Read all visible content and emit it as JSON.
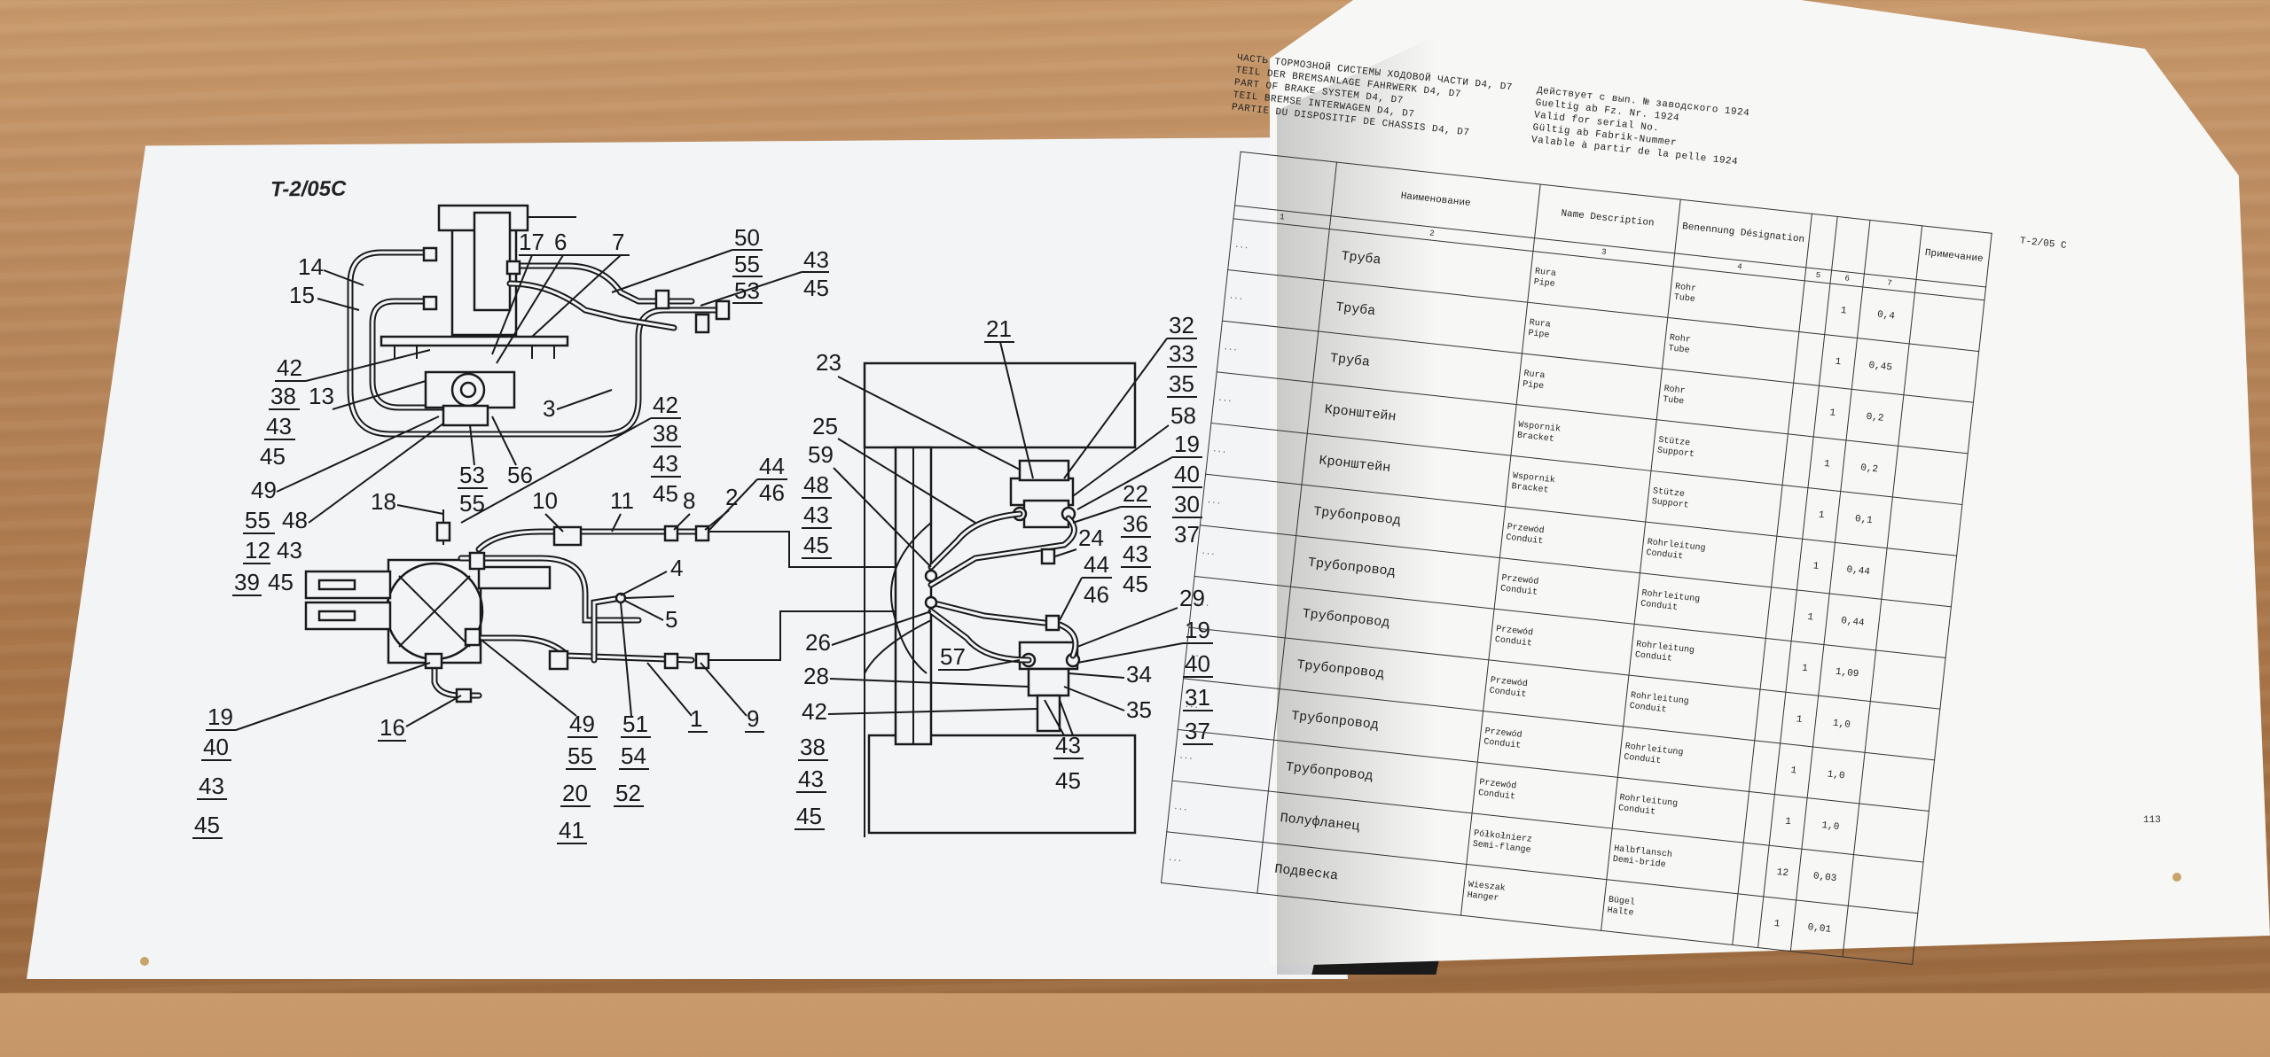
{
  "left_page": {
    "sheet_label": "T-2/05C",
    "callouts": [
      {
        "id": "c14",
        "text": "14"
      },
      {
        "id": "c15",
        "text": "15"
      },
      {
        "id": "c17",
        "text": "17"
      },
      {
        "id": "c6",
        "text": "6"
      },
      {
        "id": "c7",
        "text": "7"
      },
      {
        "id": "c50",
        "text": "50"
      },
      {
        "id": "c55a",
        "text": "55"
      },
      {
        "id": "c53a",
        "text": "53"
      },
      {
        "id": "c43a",
        "text": "43"
      },
      {
        "id": "c45a",
        "text": "45"
      },
      {
        "id": "c42a",
        "text": "42"
      },
      {
        "id": "c38a",
        "text": "38"
      },
      {
        "id": "c13",
        "text": "13"
      },
      {
        "id": "c43b",
        "text": "43"
      },
      {
        "id": "c45b",
        "text": "45"
      },
      {
        "id": "c3",
        "text": "3"
      },
      {
        "id": "c42b",
        "text": "42"
      },
      {
        "id": "c38b",
        "text": "38"
      },
      {
        "id": "c43c",
        "text": "43"
      },
      {
        "id": "c45c",
        "text": "45"
      },
      {
        "id": "c49a",
        "text": "49"
      },
      {
        "id": "c53b",
        "text": "53"
      },
      {
        "id": "c55b",
        "text": "55"
      },
      {
        "id": "c56",
        "text": "56"
      },
      {
        "id": "c55c",
        "text": "55"
      },
      {
        "id": "c48a",
        "text": "48"
      },
      {
        "id": "c12",
        "text": "12"
      },
      {
        "id": "c43d",
        "text": "43"
      },
      {
        "id": "c39",
        "text": "39"
      },
      {
        "id": "c45d",
        "text": "45"
      },
      {
        "id": "c18",
        "text": "18"
      },
      {
        "id": "c10",
        "text": "10"
      },
      {
        "id": "c11",
        "text": "11"
      },
      {
        "id": "c8",
        "text": "8"
      },
      {
        "id": "c2",
        "text": "2"
      },
      {
        "id": "c44a",
        "text": "44"
      },
      {
        "id": "c46a",
        "text": "46"
      },
      {
        "id": "c4",
        "text": "4"
      },
      {
        "id": "c5",
        "text": "5"
      },
      {
        "id": "c19a",
        "text": "19"
      },
      {
        "id": "c40a",
        "text": "40"
      },
      {
        "id": "c43e",
        "text": "43"
      },
      {
        "id": "c45e",
        "text": "45"
      },
      {
        "id": "c16",
        "text": "16"
      },
      {
        "id": "c49b",
        "text": "49"
      },
      {
        "id": "c55d",
        "text": "55"
      },
      {
        "id": "c20",
        "text": "20"
      },
      {
        "id": "c41",
        "text": "41"
      },
      {
        "id": "c51",
        "text": "51"
      },
      {
        "id": "c54",
        "text": "54"
      },
      {
        "id": "c52",
        "text": "52"
      },
      {
        "id": "c1",
        "text": "1"
      },
      {
        "id": "c9",
        "text": "9"
      },
      {
        "id": "c23",
        "text": "23"
      },
      {
        "id": "c21",
        "text": "21"
      },
      {
        "id": "c32",
        "text": "32"
      },
      {
        "id": "c33",
        "text": "33"
      },
      {
        "id": "c35a",
        "text": "35"
      },
      {
        "id": "c25",
        "text": "25"
      },
      {
        "id": "c59",
        "text": "59"
      },
      {
        "id": "c48b",
        "text": "48"
      },
      {
        "id": "c43f",
        "text": "43"
      },
      {
        "id": "c45f",
        "text": "45"
      },
      {
        "id": "c58",
        "text": "58"
      },
      {
        "id": "c19b",
        "text": "19"
      },
      {
        "id": "c40b",
        "text": "40"
      },
      {
        "id": "c30",
        "text": "30"
      },
      {
        "id": "c37a",
        "text": "37"
      },
      {
        "id": "c22",
        "text": "22"
      },
      {
        "id": "c36",
        "text": "36"
      },
      {
        "id": "c43g",
        "text": "43"
      },
      {
        "id": "c45g",
        "text": "45"
      },
      {
        "id": "c24",
        "text": "24"
      },
      {
        "id": "c44b",
        "text": "44"
      },
      {
        "id": "c46b",
        "text": "46"
      },
      {
        "id": "c26",
        "text": "26"
      },
      {
        "id": "c57",
        "text": "57"
      },
      {
        "id": "c29",
        "text": "29"
      },
      {
        "id": "c19c",
        "text": "19"
      },
      {
        "id": "c40c",
        "text": "40"
      },
      {
        "id": "c31",
        "text": "31"
      },
      {
        "id": "c37b",
        "text": "37"
      },
      {
        "id": "c28",
        "text": "28"
      },
      {
        "id": "c42c",
        "text": "42"
      },
      {
        "id": "c38c",
        "text": "38"
      },
      {
        "id": "c43h",
        "text": "43"
      },
      {
        "id": "c45h",
        "text": "45"
      },
      {
        "id": "c34",
        "text": "34"
      },
      {
        "id": "c35b",
        "text": "35"
      },
      {
        "id": "c43i",
        "text": "43"
      },
      {
        "id": "c45i",
        "text": "45"
      }
    ]
  },
  "right_page": {
    "header_lines": [
      "ЧАСТЬ ТОРМОЗНОЙ СИСТЕМЫ ХОДОВОЙ ЧАСТИ D4, D7",
      "TEIL DER BREMSANLAGE FAHRWERK D4, D7",
      "PART OF BRAKE SYSTEM D4, D7",
      "TEIL BREMSE INTERWAGEN D4, D7",
      "PARTIE DU DISPOSITIF DE CHASSIS D4, D7"
    ],
    "header_right": [
      "Действует с вып. № заводского 1924",
      "Gueltig ab Fz. Nr. 1924",
      "Valid for serial No.",
      "Gültig ab Fabrik-Nummer",
      "Valable à partir de la pelle 1924"
    ],
    "page_code": "T-2/05 C",
    "columns": {
      "name": "Наименование",
      "desc": "Name\nDescription",
      "de": "Benennung\nDésignation",
      "note": "Примечание"
    },
    "index_row": [
      "1",
      "2",
      "3",
      "4",
      "5",
      "6",
      "7"
    ],
    "rows": [
      {
        "num": "...",
        "name": "Труба",
        "desc": "Rura\nPipe",
        "de": "Rohr\nTube",
        "q": "1",
        "w": "0,4"
      },
      {
        "num": "...",
        "name": "Труба",
        "desc": "Rura\nPipe",
        "de": "Rohr\nTube",
        "q": "1",
        "w": "0,45"
      },
      {
        "num": "...",
        "name": "Труба",
        "desc": "Rura\nPipe",
        "de": "Rohr\nTube",
        "q": "1",
        "w": "0,2"
      },
      {
        "num": "...",
        "name": "Кронштейн",
        "desc": "Wspornik\nBracket",
        "de": "Stütze\nSupport",
        "q": "1",
        "w": "0,2"
      },
      {
        "num": "...",
        "name": "Кронштейн",
        "desc": "Wspornik\nBracket",
        "de": "Stütze\nSupport",
        "q": "1",
        "w": "0,1"
      },
      {
        "num": "...",
        "name": "Трубопровод",
        "desc": "Przewód\nConduit",
        "de": "Rohrleitung\nConduit",
        "q": "1",
        "w": "0,44"
      },
      {
        "num": "...",
        "name": "Трубопровод",
        "desc": "Przewód\nConduit",
        "de": "Rohrleitung\nConduit",
        "q": "1",
        "w": "0,44"
      },
      {
        "num": "...",
        "name": "Трубопровод",
        "desc": "Przewód\nConduit",
        "de": "Rohrleitung\nConduit",
        "q": "1",
        "w": "1,09"
      },
      {
        "num": "...",
        "name": "Трубопровод",
        "desc": "Przewód\nConduit",
        "de": "Rohrleitung\nConduit",
        "q": "1",
        "w": "1,0"
      },
      {
        "num": "...",
        "name": "Трубопровод",
        "desc": "Przewód\nConduit",
        "de": "Rohrleitung\nConduit",
        "q": "1",
        "w": "1,0"
      },
      {
        "num": "...",
        "name": "Трубопровод",
        "desc": "Przewód\nConduit",
        "de": "Rohrleitung\nConduit",
        "q": "1",
        "w": "1,0"
      },
      {
        "num": "...",
        "name": "Полуфланец",
        "desc": "Półkołnierz\nSemi-flange",
        "de": "Halbflansch\nDemi-bride",
        "q": "12",
        "w": "0,03"
      },
      {
        "num": "...",
        "name": "Подвеска",
        "desc": "Wieszak\nHanger",
        "de": "Bügel\nHalte",
        "q": "1",
        "w": "0,01"
      }
    ],
    "page_number": "113"
  }
}
